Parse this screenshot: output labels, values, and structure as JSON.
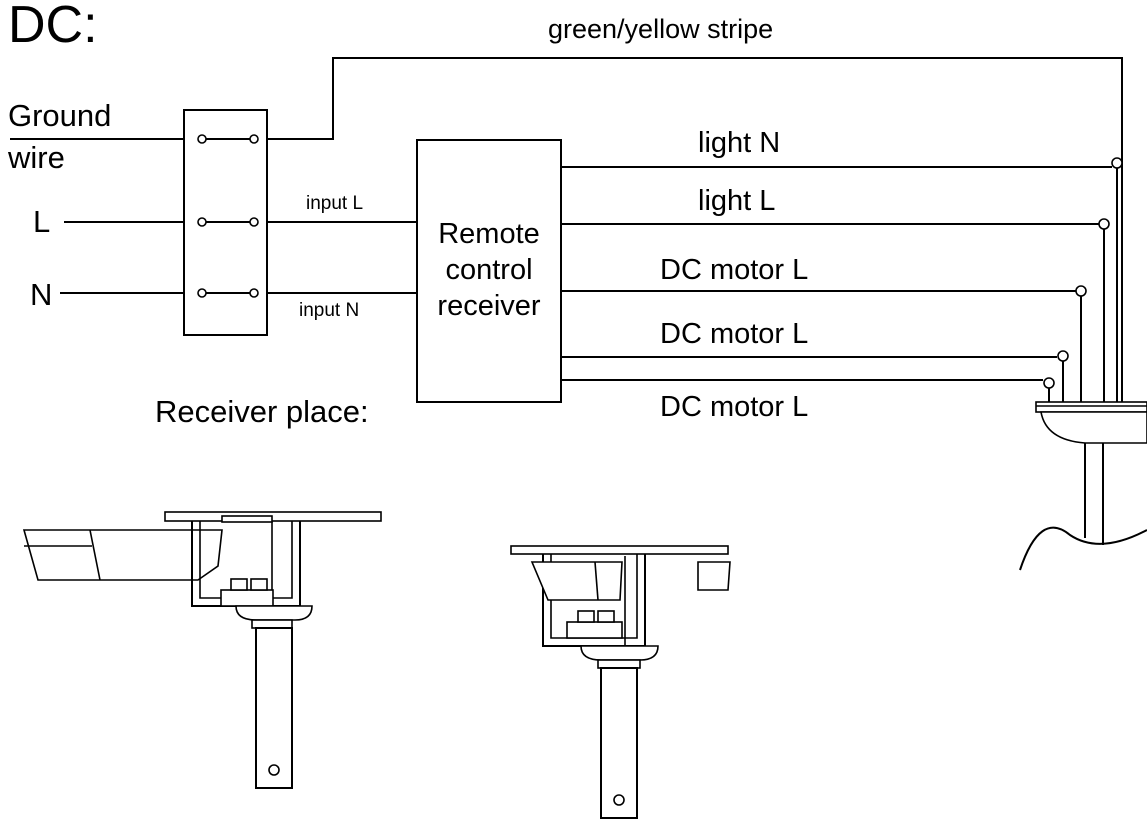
{
  "title": "DC:",
  "labels": {
    "ground_wire_line1": "Ground",
    "ground_wire_line2": "wire",
    "live": "L",
    "neutral": "N",
    "ground_stripe": "green/yellow stripe",
    "input_l": "input L",
    "input_n": "input  N",
    "receiver_line1": "Remote",
    "receiver_line2": "control",
    "receiver_line3": "receiver",
    "light_n": "light  N",
    "light_l": "light  L",
    "dc_motor_1": "DC motor L",
    "dc_motor_2": "DC motor L",
    "dc_motor_3": "DC motor L",
    "receiver_place": "Receiver place:"
  }
}
